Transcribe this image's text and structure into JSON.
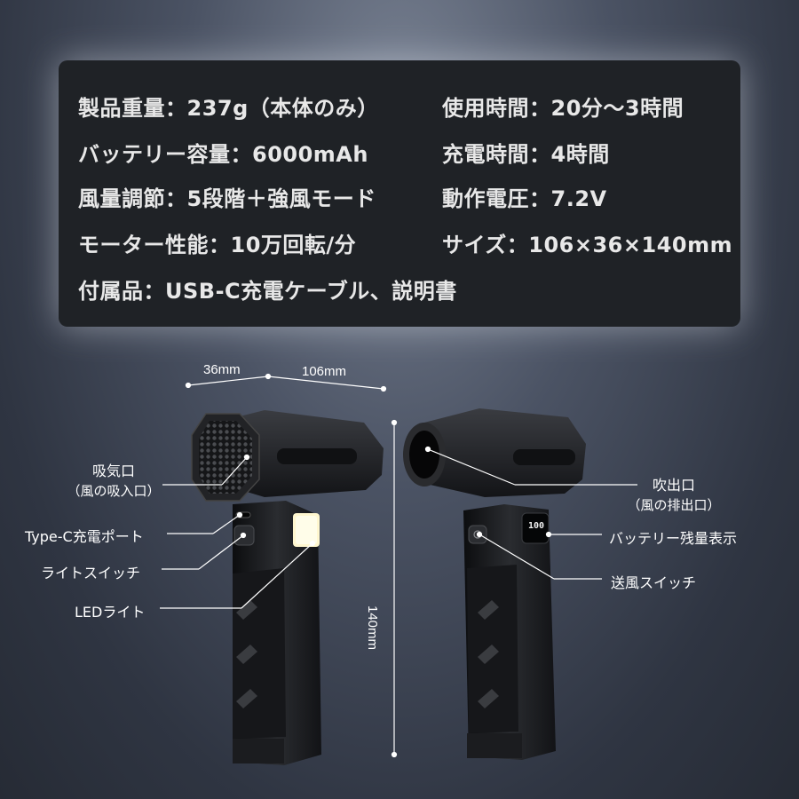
{
  "specs": {
    "weight": "製品重量：237g（本体のみ）",
    "usage_time": "使用時間：20分～3時間",
    "battery": "バッテリー容量：6000mAh",
    "charge_time": "充電時間：4時間",
    "airflow": "風量調節：5段階＋強風モード",
    "voltage": "動作電圧：7.2V",
    "motor": "モーター性能：10万回転/分",
    "size": "サイズ：106×36×140mm",
    "accessories": "付属品：USB-C充電ケーブル、説明書"
  },
  "dimensions": {
    "width": "36mm",
    "length": "106mm",
    "height": "140mm"
  },
  "left_labels": {
    "intake": "吸気口",
    "intake_sub": "（風の吸入口）",
    "type_c": "Type-C充電ポート",
    "light_switch": "ライトスイッチ",
    "led": "LEDライト"
  },
  "right_labels": {
    "outlet": "吹出口",
    "outlet_sub": "（風の排出口）",
    "battery_display": "バッテリー残量表示",
    "fan_switch": "送風スイッチ"
  },
  "display_readout": "100"
}
